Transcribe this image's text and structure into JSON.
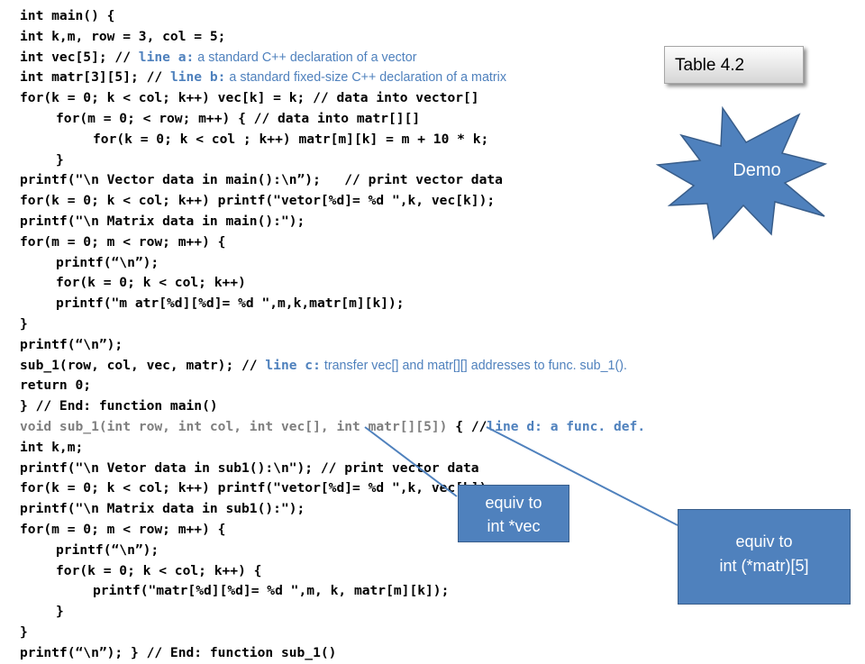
{
  "code": {
    "l01": "int main() {",
    "l02": "int k,m, row = 3, col = 5;",
    "l03_code": "int vec[5]; // ",
    "l03_tag": "line a:",
    "l03_note": " a standard C++ declaration of a vector",
    "l04_code": "int matr[3][5]; // ",
    "l04_tag": "line b:",
    "l04_note": " a standard fixed-size C++ declaration of a matrix",
    "l05": "for(k = 0; k < col; k++) vec[k] = k; // data into vector[]",
    "l06": "for(m = 0; < row; m++) { // data into matr[][]",
    "l07": "for(k = 0; k < col ; k++) matr[m][k] = m + 10 * k;",
    "l08": "}",
    "l09": "printf(\"\\n Vector data in main():\\n”);   // print vector data",
    "l10": "for(k = 0; k < col; k++) printf(\"vetor[%d]= %d \",k, vec[k]);",
    "l11": "printf(\"\\n Matrix data in main():\");",
    "l12": "for(m = 0; m < row; m++) {",
    "l13": "printf(“\\n”);",
    "l14": "for(k = 0; k < col; k++)",
    "l15": "printf(\"m atr[%d][%d]= %d \",m,k,matr[m][k]);",
    "l16": "}",
    "l17": "printf(“\\n”);",
    "l18_code": "sub_1(row, col, vec, matr); // ",
    "l18_tag": "line c:",
    "l18_note": " transfer vec[] and matr[][] addresses to func. sub_1().",
    "l19": "return 0;",
    "l20": "} // End: function main()",
    "l21_code": "void sub_1(int row, int col, int vec[], int matr[][5])",
    "l21_brace": " { //",
    "l21_tag": "line d: a func. def.",
    "l22": "int k,m;",
    "l23": "printf(\"\\n Vetor data in sub1():\\n\"); // print vector data",
    "l24": "for(k = 0; k < col; k++) printf(\"vetor[%d]= %d \",k, vec[k]);",
    "l25": "printf(\"\\n Matrix data in sub1():\");",
    "l26": "for(m = 0; m < row; m++) {",
    "l27": "printf(“\\n”);",
    "l28": "for(k = 0; k < col; k++) {",
    "l29": "printf(\"matr[%d][%d]= %d \",m, k, matr[m][k]);",
    "l30": "}",
    "l31": "}",
    "l32": "printf(“\\n”); } // End: function sub_1()"
  },
  "table_label": "Table 4.2",
  "demo_label": "Demo",
  "callout_vec": {
    "line1": "equiv to",
    "line2": "int *vec"
  },
  "callout_matr": {
    "line1": "equiv to",
    "line2": "int (*matr)[5]"
  },
  "colors": {
    "accent_blue": "#4f81bd",
    "comment_gray": "#7f7f7f"
  }
}
